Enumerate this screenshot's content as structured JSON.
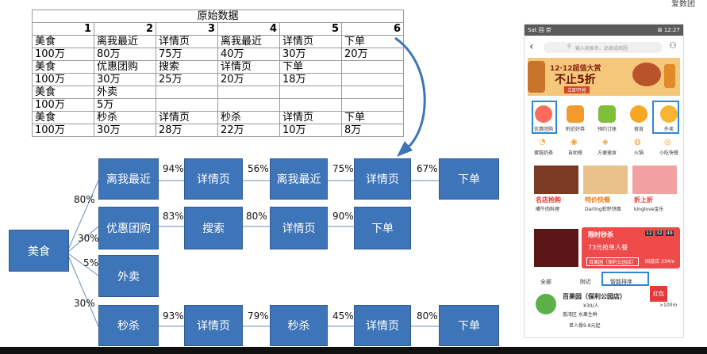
{
  "watermark": "爱数团",
  "raw_table": {
    "title": "原始数据",
    "col_numbers": [
      "1",
      "2",
      "3",
      "4",
      "5",
      "6"
    ],
    "rows": [
      [
        "美食",
        "离我最近",
        "详情页",
        "离我最近",
        "详情页",
        "下单"
      ],
      [
        "100万",
        "80万",
        "75万",
        "40万",
        "30万",
        "20万"
      ],
      [
        "美食",
        "优惠团购",
        "搜索",
        "详情页",
        "下单",
        ""
      ],
      [
        "100万",
        "30万",
        "25万",
        "20万",
        "18万",
        ""
      ],
      [
        "美食",
        "外卖",
        "",
        "",
        "",
        ""
      ],
      [
        "100万",
        "5万",
        "",
        "",
        "",
        ""
      ],
      [
        "美食",
        "秒杀",
        "详情页",
        "秒杀",
        "详情页",
        "下单"
      ],
      [
        "100万",
        "30万",
        "28万",
        "22万",
        "10万",
        "8万"
      ]
    ]
  },
  "flow": {
    "root": "美食",
    "branch_pcts": [
      "80%",
      "30%",
      "5%",
      "30%"
    ],
    "row1": {
      "nodes": [
        "离我最近",
        "详情页",
        "离我最近",
        "详情页",
        "下单"
      ],
      "pcts": [
        "94%",
        "56%",
        "75%",
        "67%"
      ]
    },
    "row2": {
      "nodes": [
        "优惠团购",
        "搜索",
        "详情页",
        "下单"
      ],
      "pcts": [
        "83%",
        "80%",
        "90%"
      ]
    },
    "row3": {
      "nodes": [
        "外卖"
      ]
    },
    "row4": {
      "nodes": [
        "秒杀",
        "详情页",
        "秒杀",
        "详情页",
        "下单"
      ],
      "pcts": [
        "93%",
        "79%",
        "45%",
        "80%"
      ]
    }
  },
  "phone": {
    "status_left": "Sat 回 奈",
    "status_right": "⊠ 12:27",
    "search_placeholder": "输入商家名、品类或商圈",
    "banner_line1": "12·12超值大赏",
    "banner_line2": "不止5折",
    "banner_line3": "立即开抢",
    "icons_row1": [
      "优惠团购",
      "附近好券",
      "预约订座",
      "夜宵",
      "外卖"
    ],
    "icons_row2": [
      "蛋糕奶茶",
      "自助餐",
      "方便速食",
      "火锅",
      "小吃快餐"
    ],
    "promo_titles": [
      "名店抢购",
      "特价快餐",
      "折上折"
    ],
    "promo_subs": [
      "嘴牛肉料理",
      "Darling蛇籽饼面",
      "kinglove金乐"
    ],
    "flash_title": "限时秒杀",
    "flash_timer": [
      "12",
      "32",
      "49"
    ],
    "flash_price": "73元抢单人餐",
    "flash_shop": "百果园（保利公园店）",
    "flash_distance": "国道店 334m",
    "filters": [
      "全部",
      "附近",
      "智能排序"
    ],
    "shop_name": "百果园（保利公园店）",
    "shop_price": "¥30/人",
    "shop_area": "荔湾区  水果生鲜",
    "shop_deal": "单人餐9.8元起",
    "shop_distance": ">100m",
    "badge": "红包"
  }
}
